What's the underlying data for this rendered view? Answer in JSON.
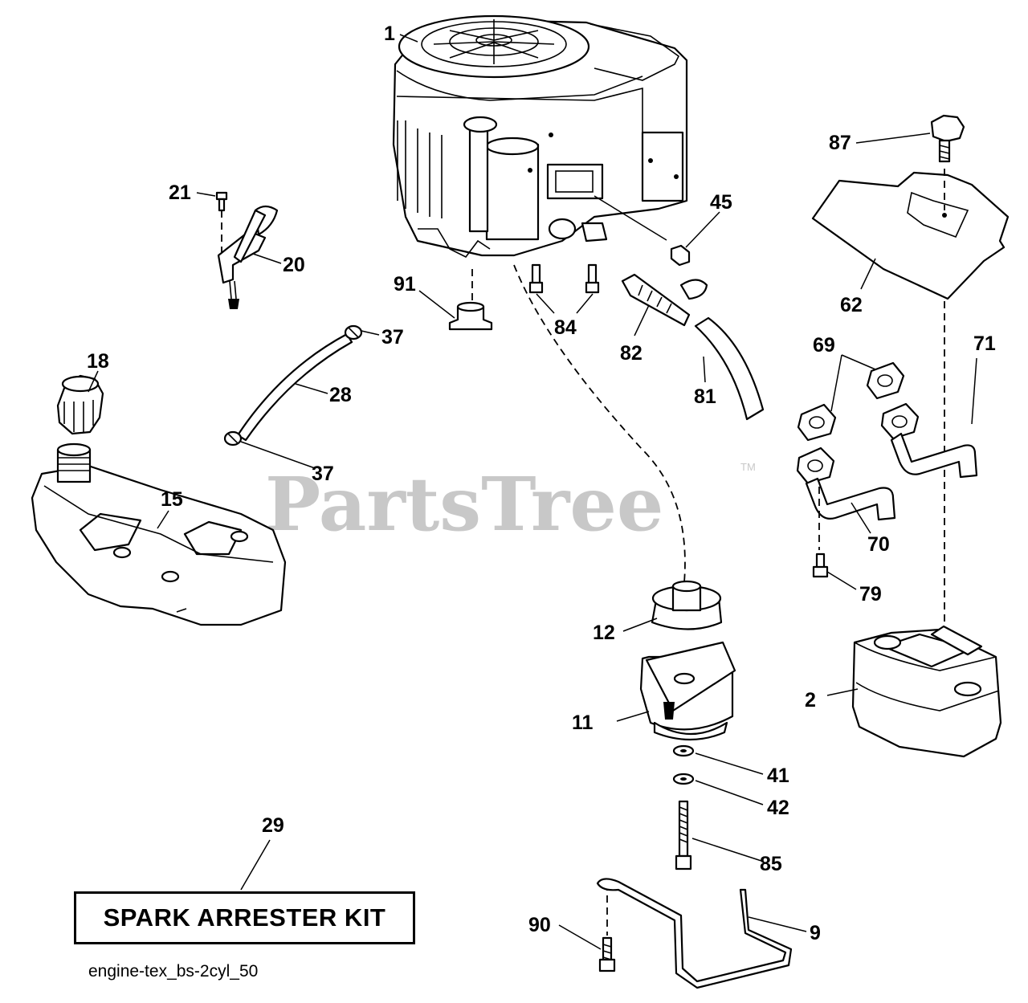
{
  "watermark": {
    "text": "PartsTree",
    "trademark": "TM"
  },
  "kit_label": "SPARK ARRESTER KIT",
  "diagram_id": "engine-tex_bs-2cyl_50",
  "callouts": {
    "c1": "1",
    "c2": "2",
    "c9": "9",
    "c11": "11",
    "c12": "12",
    "c15": "15",
    "c18": "18",
    "c20": "20",
    "c21": "21",
    "c28": "28",
    "c29": "29",
    "c37a": "37",
    "c37b": "37",
    "c41": "41",
    "c42": "42",
    "c45": "45",
    "c62": "62",
    "c69": "69",
    "c70": "70",
    "c71": "71",
    "c79": "79",
    "c81": "81",
    "c82": "82",
    "c84": "84",
    "c85": "85",
    "c87": "87",
    "c90": "90",
    "c91": "91"
  }
}
